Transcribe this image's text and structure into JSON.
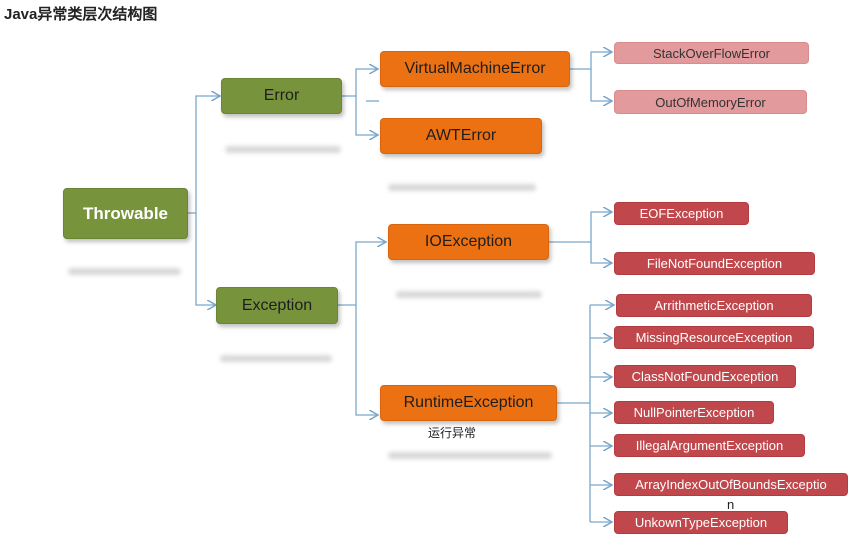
{
  "title": "Java异常类层次结构图",
  "nodes": {
    "throwable": "Throwable",
    "error": "Error",
    "exception": "Exception",
    "vme": "VirtualMachineError",
    "awt": "AWTError",
    "ioe": "IOException",
    "rte": "RuntimeException",
    "so": "StackOverFlowError",
    "oom": "OutOfMemoryError",
    "eof": "EOFException",
    "fnf": "FileNotFoundException",
    "ae": "ArrithmeticException",
    "mre": "MissingResourceException",
    "cnf": "ClassNotFoundException",
    "npe": "NullPointerException",
    "iae": "IllegalArgumentException",
    "aioobe": "ArrayIndexOutOfBoundsExceptio",
    "aioobe_wrap": "n",
    "ute": "UnkownTypeException"
  },
  "notes": {
    "runtime_note": "运行异常"
  },
  "colors": {
    "green": "#77933c",
    "orange": "#ec7113",
    "pink": "#e39a9c",
    "red": "#c0474b",
    "connector": "#7aa7c9"
  }
}
